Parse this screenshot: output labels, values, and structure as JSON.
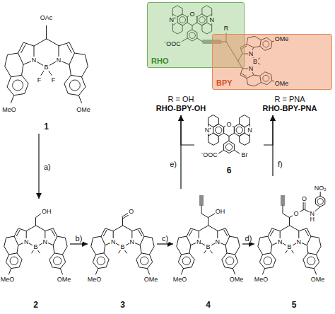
{
  "diagram": {
    "nodes": [
      {
        "text": [
          "1"
        ]
      },
      {
        "text": [
          "RHO"
        ]
      },
      {
        "text": [
          "BPY"
        ]
      },
      {
        "text": [
          "R = OH",
          "RHO-BPY-OH"
        ]
      },
      {
        "text": [
          "R = PNA",
          "RHO-BPY-PNA"
        ]
      },
      {
        "text": [
          "6"
        ]
      },
      {
        "text": [
          "2"
        ]
      },
      {
        "text": [
          "3"
        ]
      },
      {
        "text": [
          "4"
        ]
      },
      {
        "text": [
          "5"
        ]
      }
    ],
    "edges": [
      {
        "from": 0,
        "to": 6,
        "label": "a)",
        "arrow": "to"
      },
      {
        "from": 6,
        "to": 7,
        "label": "b)",
        "arrow": "to"
      },
      {
        "from": 7,
        "to": 8,
        "label": "c)",
        "arrow": "to"
      },
      {
        "from": 8,
        "to": 9,
        "label": "d)",
        "arrow": "to"
      },
      {
        "from": 8,
        "to": 3,
        "label": "e)",
        "arrow": "to"
      },
      {
        "from": 5,
        "to": 3,
        "arrow": "to"
      },
      {
        "from": 9,
        "to": 4,
        "label": "f)",
        "arrow": "to"
      },
      {
        "from": 5,
        "to": 4,
        "arrow": "to"
      }
    ],
    "labels": [
      "OAc",
      "N",
      "B",
      "N",
      "F",
      "F",
      "MeO",
      "OMe",
      "OH",
      "N",
      "B",
      "N",
      "MeO",
      "OMe",
      "O",
      "N",
      "B",
      "N",
      "MeO",
      "OMe",
      "OH",
      "N",
      "B",
      "N",
      "MeO",
      "OMe",
      "O",
      "O",
      "N",
      "H",
      "NO₂",
      "N",
      "B",
      "N",
      "MeO",
      "OMe",
      "N⁺",
      "O",
      "N",
      "⁻OOC",
      "Br",
      "N⁺",
      "O",
      "N",
      "⁻OOC",
      "R",
      "N",
      "B",
      "N",
      "OMe",
      "OMe"
    ]
  }
}
